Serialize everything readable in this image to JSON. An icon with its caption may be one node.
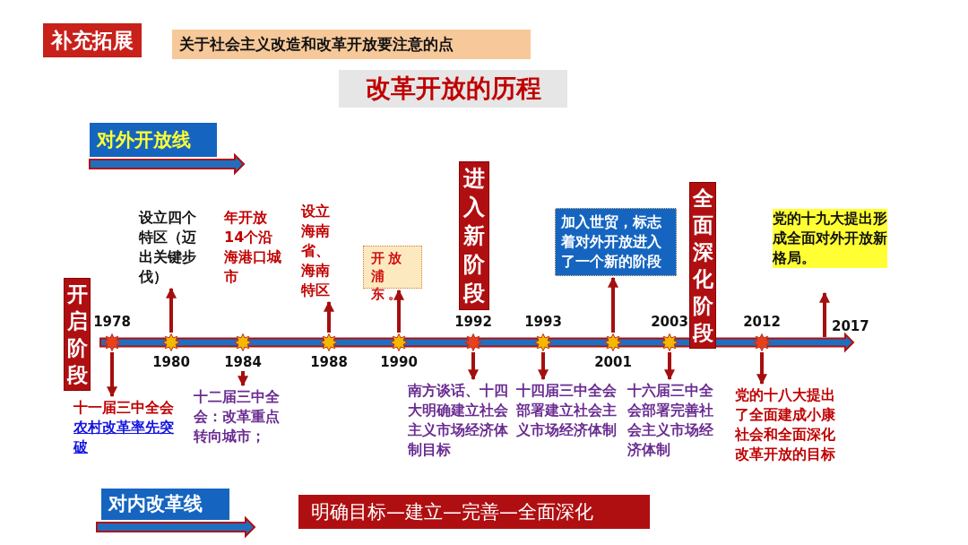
{
  "diagram": {
    "title": "改革开放的历程",
    "nodes": [
      {
        "text": [
          "开启阶段"
        ]
      },
      {
        "text": [],
        "shape": "star",
        "beside": [
          "1978"
        ]
      },
      {
        "text": [
          "十一届三中全会",
          "农村改革率先突破"
        ]
      },
      {
        "text": [],
        "shape": "star",
        "beside": [
          "1980"
        ]
      },
      {
        "text": [
          "设立四个特区（迈出关键步伐）"
        ]
      },
      {
        "text": [],
        "shape": "star",
        "beside": [
          "1984"
        ]
      },
      {
        "text": [
          "年开放14个沿海港口城市"
        ]
      },
      {
        "text": [
          "十二届三中全会：改革重点转向城市；"
        ]
      },
      {
        "text": [],
        "shape": "star",
        "beside": [
          "1988"
        ]
      },
      {
        "text": [
          "设立海南省、海南特区"
        ]
      },
      {
        "text": [],
        "shape": "star",
        "beside": [
          "1990"
        ]
      },
      {
        "text": [
          "开放浦东。"
        ]
      },
      {
        "text": [
          "进入新阶段"
        ]
      },
      {
        "text": [],
        "shape": "star",
        "beside": [
          "1992"
        ]
      },
      {
        "text": [
          "南方谈话、十四大明确建立社会主义市场经济体制目标"
        ]
      },
      {
        "text": [],
        "shape": "star",
        "beside": [
          "1993"
        ]
      },
      {
        "text": [
          "十四届三中全会部署建立社会主义市场经济体制"
        ]
      },
      {
        "text": [],
        "shape": "star",
        "beside": [
          "2001"
        ]
      },
      {
        "text": [
          "加入世贸，标志着对外开放进入了一个新的阶段"
        ]
      },
      {
        "text": [],
        "shape": "star",
        "beside": [
          "2003"
        ]
      },
      {
        "text": [
          "十六届三中全会部署完善社会主义市场经济体制"
        ]
      },
      {
        "text": [
          "全面深化阶段"
        ]
      },
      {
        "text": [],
        "shape": "star",
        "beside": [
          "2012"
        ]
      },
      {
        "text": [
          "党的十八大提出了全面建成小康社会和全面深化改革开放的目标"
        ]
      },
      {
        "text": [
          "党的十九大提出形成全面对外开放新格局。"
        ]
      },
      {
        "text": [
          "对外开放线"
        ]
      },
      {
        "text": [
          "对内改革线"
        ]
      },
      {
        "text": [
          "明确目标—建立—完善—全面深化"
        ]
      }
    ],
    "edges": [
      {
        "from": 1,
        "to": 2,
        "arrow": "to"
      },
      {
        "from": 3,
        "to": 4,
        "arrow": "to"
      },
      {
        "from": 5,
        "to": 7,
        "arrow": "to"
      },
      {
        "from": 8,
        "to": 9,
        "arrow": "to"
      },
      {
        "from": 10,
        "to": 11,
        "arrow": "to"
      },
      {
        "from": 13,
        "to": 14,
        "arrow": "to"
      },
      {
        "from": 15,
        "to": 16,
        "arrow": "to"
      },
      {
        "from": 17,
        "to": 18,
        "arrow": "to"
      },
      {
        "from": 19,
        "to": 20,
        "arrow": "to"
      },
      {
        "from": 22,
        "to": 23,
        "arrow": "to"
      },
      {
        "from": null,
        "to": 24,
        "arrow": "to"
      }
    ],
    "labels": [
      "补充拓展",
      "关于社会主义改造和改革开放要注意的点",
      "2017"
    ]
  }
}
